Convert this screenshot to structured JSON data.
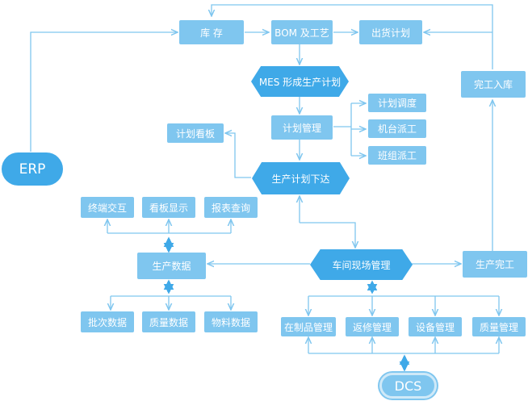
{
  "colors": {
    "box_fill": "#7fc6ef",
    "hub_fill": "#3fa9e8",
    "line": "#7fc6ef",
    "double_arrow": "#3fa9e8"
  },
  "nodes": {
    "erp": "ERP",
    "dcs": "DCS",
    "inventory": "库 存",
    "bom": "BOM 及工艺",
    "shipping_plan": "出货计划",
    "mes_plan": "MES 形成生产计划",
    "plan_mgmt": "计划管理",
    "plan_dispatch": "计划调度",
    "machine_dispatch": "机台派工",
    "team_dispatch": "班组派工",
    "plan_board": "计划看板",
    "prod_issue": "生产计划下达",
    "finished_storage": "完工入库",
    "terminal": "终端交互",
    "board_display": "看板显示",
    "report_query": "报表查询",
    "prod_data": "生产数据",
    "batch_data": "批次数据",
    "quality_data": "质量数据",
    "material_data": "物料数据",
    "floor_mgmt": "车间现场管理",
    "prod_done": "生产完工",
    "wip_mgmt": "在制品管理",
    "rework_mgmt": "返修管理",
    "equipment_mgmt": "设备管理",
    "quality_mgmt": "质量管理"
  }
}
